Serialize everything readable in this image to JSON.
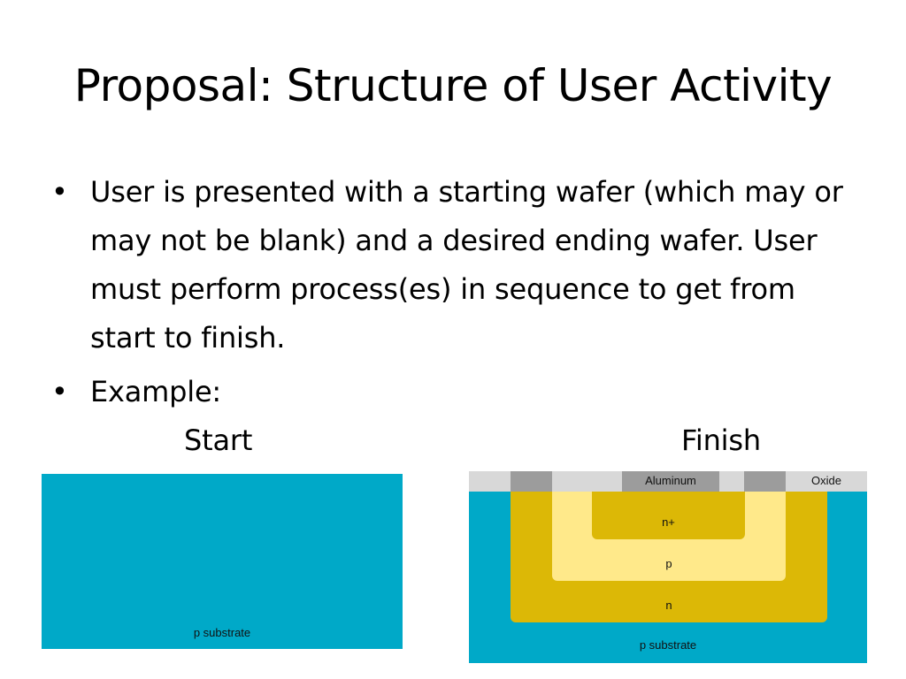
{
  "slide": {
    "title": "Proposal: Structure of User Activity",
    "bullets": [
      "User is presented with a starting wafer (which may or may not be blank) and a desired ending wafer.  User must perform process(es) in sequence to get from start to finish.",
      "Example:"
    ],
    "bullet_glyph": "•",
    "start_label": "Start",
    "finish_label": "Finish"
  },
  "start_wafer": {
    "substrate_label": "p substrate",
    "substrate_color": "#00a9c8"
  },
  "finish_wafer": {
    "aluminum_label": "Aluminum",
    "oxide_label": "Oxide",
    "nplus_label": "n+",
    "p_label": "p",
    "n_label": "n",
    "substrate_label": "p substrate",
    "colors": {
      "substrate": "#00a9c8",
      "oxide": "#d8d8d8",
      "contact": "#9c9c9c",
      "n_region": "#dcb806",
      "p_region": "#ffe98a"
    }
  }
}
